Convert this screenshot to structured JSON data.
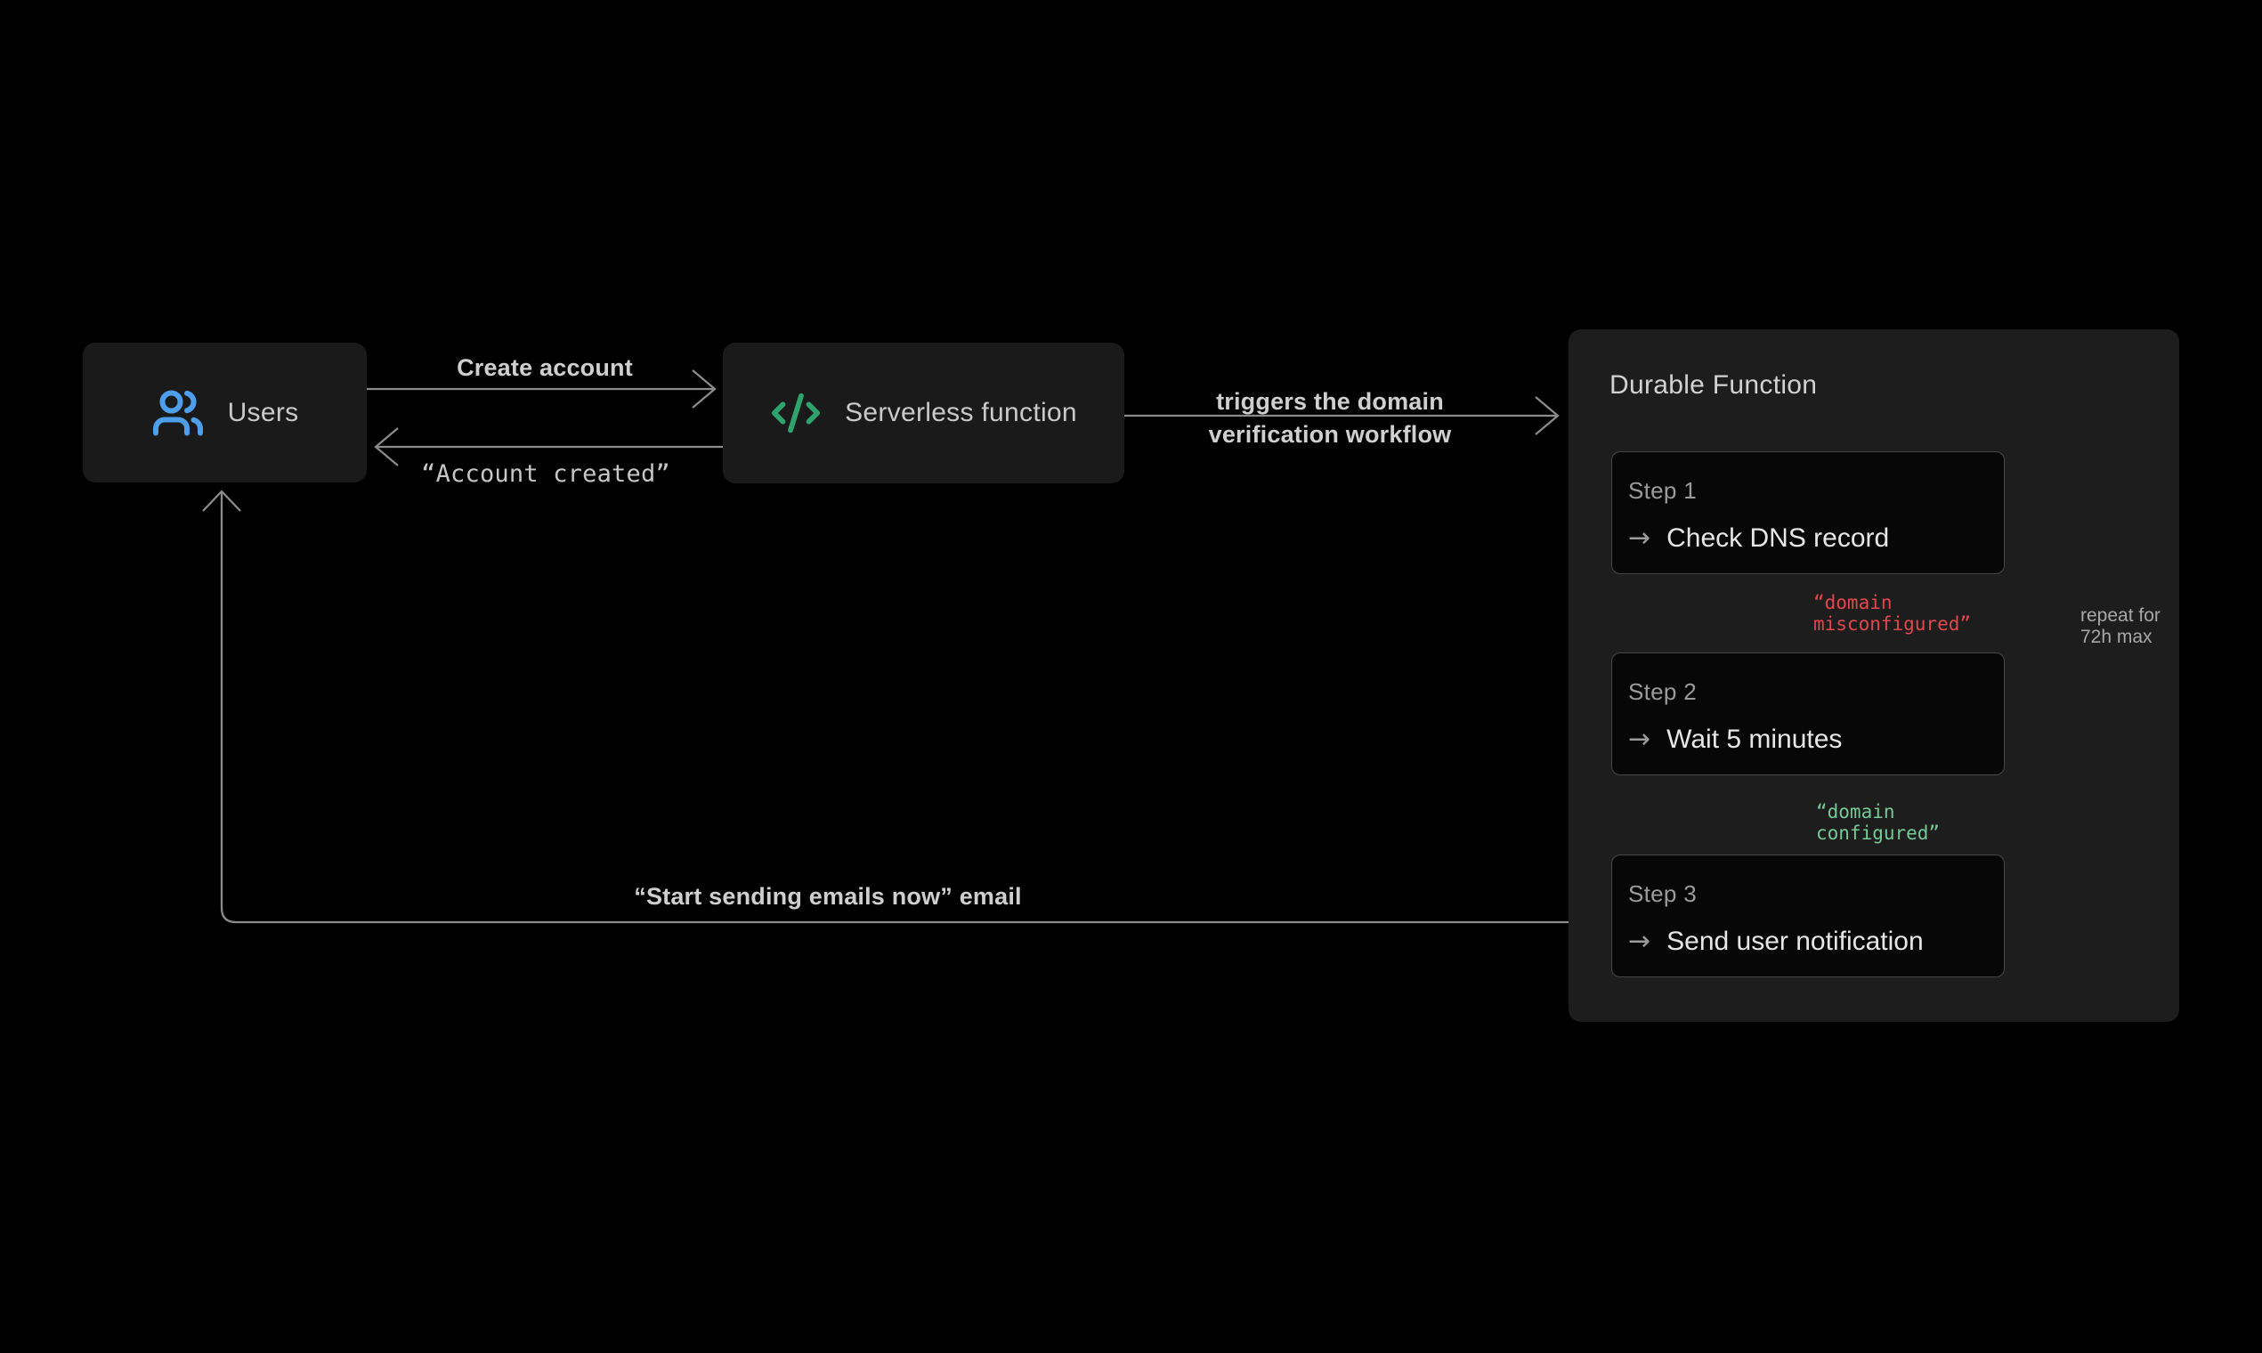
{
  "colors": {
    "background": "#000000",
    "node_box_bg": "#1a1a1a",
    "panel_bg": "#1d1d1d",
    "step_box_bg": "#070707",
    "step_box_border": "#474747",
    "line_gray": "#8b8b8b",
    "accent_blue": "#4d9eeb",
    "accent_green": "#2ea36b",
    "status_red": "#e0474e",
    "status_green": "#77c998",
    "text_primary": "#e6e6e6",
    "text_secondary": "#9b9b9b",
    "text_label": "#cfcfcf"
  },
  "nodes": {
    "users": {
      "label": "Users",
      "icon": "users-icon"
    },
    "serverless": {
      "label": "Serverless function",
      "icon": "code-icon"
    },
    "durable": {
      "title": "Durable Function",
      "steps": [
        {
          "label": "Step 1",
          "action": "Check DNS record"
        },
        {
          "label": "Step 2",
          "action": "Wait 5 minutes"
        },
        {
          "label": "Step 3",
          "action": "Send user notification"
        }
      ]
    }
  },
  "edges": {
    "create_account": {
      "label": "Create account"
    },
    "account_created": {
      "label": "“Account created”"
    },
    "triggers": {
      "line1": "triggers the domain",
      "line2": "verification workflow"
    },
    "domain_misconfigured": {
      "line1": "“domain",
      "line2": "misconfigured”"
    },
    "domain_configured": {
      "line1": "“domain",
      "line2": "configured”"
    },
    "repeat": {
      "line1": "repeat for",
      "line2": "72h max"
    },
    "notify_email": {
      "label": "“Start sending emails now” email"
    }
  },
  "icons": {
    "step_arrow": "→"
  }
}
